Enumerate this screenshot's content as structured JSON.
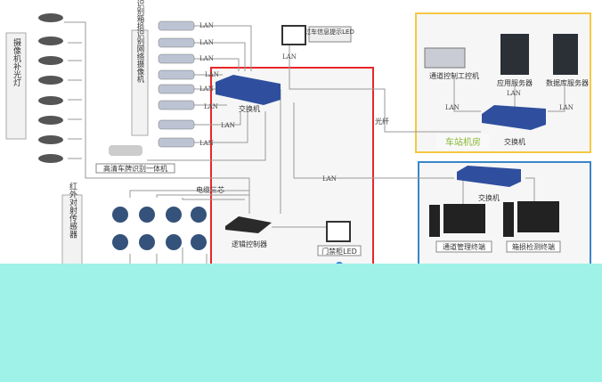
{
  "labels": {
    "lights_group": "摄像机补光灯",
    "camera_group": "箱号识别箱损识别网络摄像机",
    "hd_camera": "高清车牌识别一体机",
    "switch": "交换机",
    "led_pass": "过车信息提示LED",
    "cable": "电缆三芯",
    "sensor_group": "红外对射传感器",
    "logic_controller": "逻辑控制器",
    "led_door": "门禁柜LED",
    "fiber": "光纤",
    "lan": "LAN",
    "ipc": "通道控制工控机",
    "app_server": "应用服务器",
    "db_server": "数据库服务器",
    "station_room": "车站机房",
    "room_switch": "交换机",
    "terminal_switch": "交换机",
    "channel_terminal": "通道管理终端",
    "damage_terminal": "箱损检测终端"
  },
  "colors": {
    "red_zone": "#e8262a",
    "station_box": "#f5c842",
    "terminal_box": "#3a86c8",
    "switch": "#2f4f9e",
    "station_label": "#8ab833",
    "overlay": "#9ff2e7"
  }
}
